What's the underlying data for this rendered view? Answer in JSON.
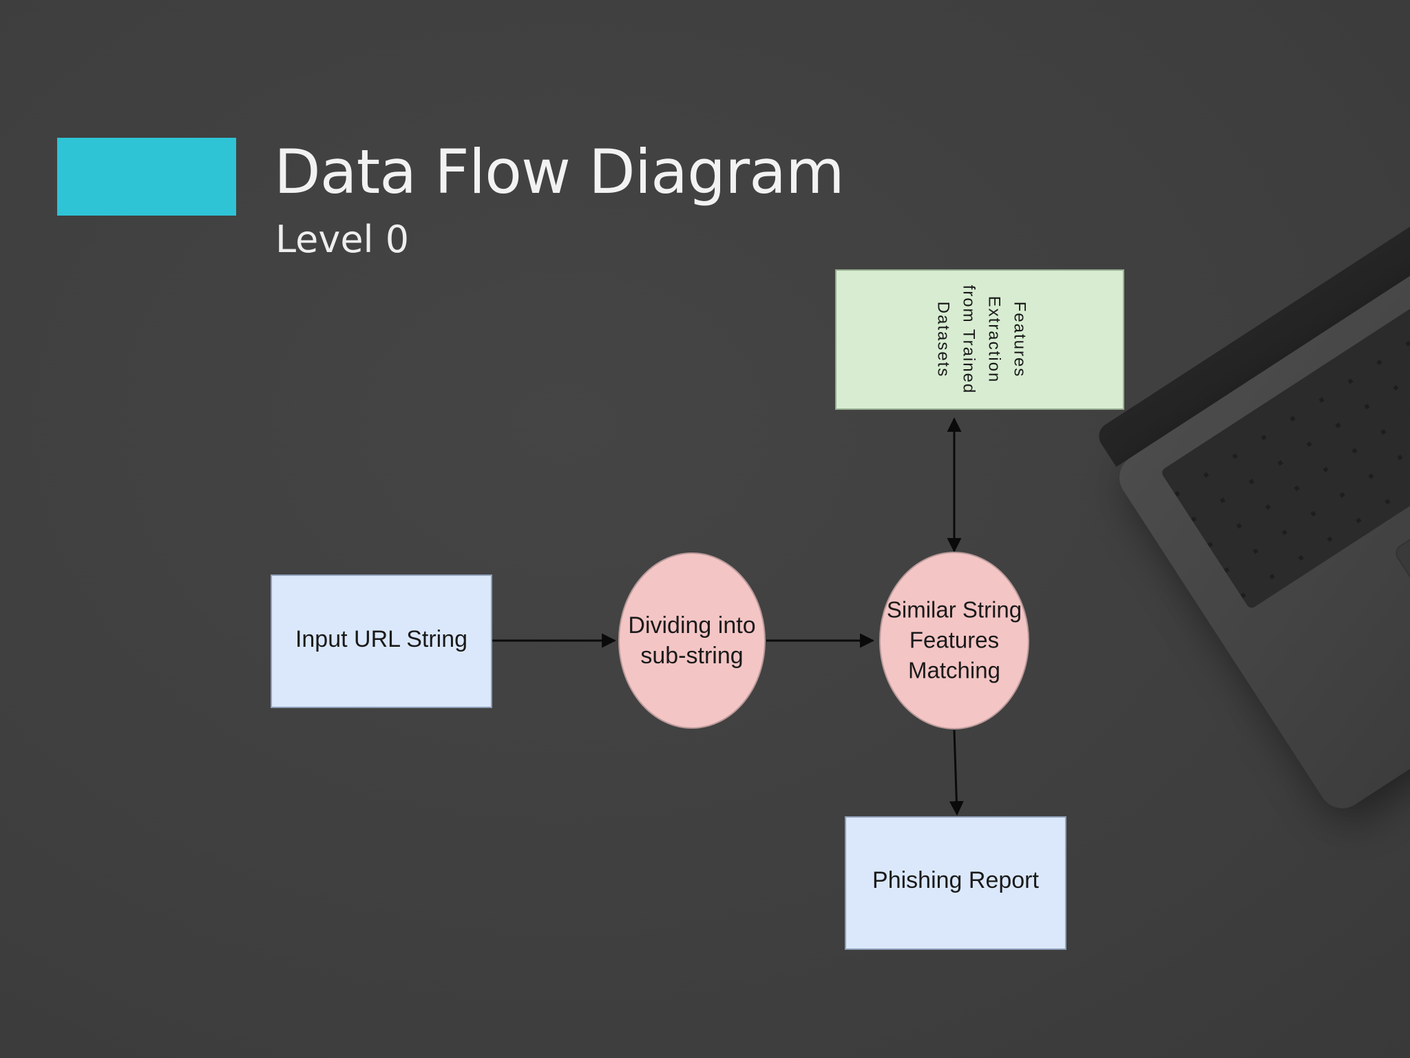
{
  "slide": {
    "title": "Data Flow Diagram",
    "subtitle": "Level 0",
    "accent_color": "#2ec4d6"
  },
  "diagram": {
    "nodes": {
      "input": {
        "label": "Input URL String",
        "shape": "rectangle",
        "fill": "#dbe8fb"
      },
      "divide": {
        "lines": [
          "Dividing into",
          "sub-string"
        ],
        "shape": "circle",
        "fill": "#f4c5c5"
      },
      "match": {
        "lines": [
          "Similar String",
          "Features",
          "Matching"
        ],
        "shape": "circle",
        "fill": "#f4c5c5"
      },
      "features": {
        "lines": [
          "Features",
          "Extraction",
          "from Trained",
          "Datasets"
        ],
        "shape": "rectangle",
        "fill": "#d7ecd1",
        "text_orientation": "rotated-90"
      },
      "report": {
        "label": "Phishing Report",
        "shape": "rectangle",
        "fill": "#dbe8fb"
      }
    },
    "edges": [
      {
        "from": "input",
        "to": "divide",
        "direction": "forward"
      },
      {
        "from": "divide",
        "to": "match",
        "direction": "forward"
      },
      {
        "from": "match",
        "to": "features",
        "direction": "bidirectional"
      },
      {
        "from": "match",
        "to": "report",
        "direction": "forward"
      }
    ],
    "background_image": "laptop"
  }
}
